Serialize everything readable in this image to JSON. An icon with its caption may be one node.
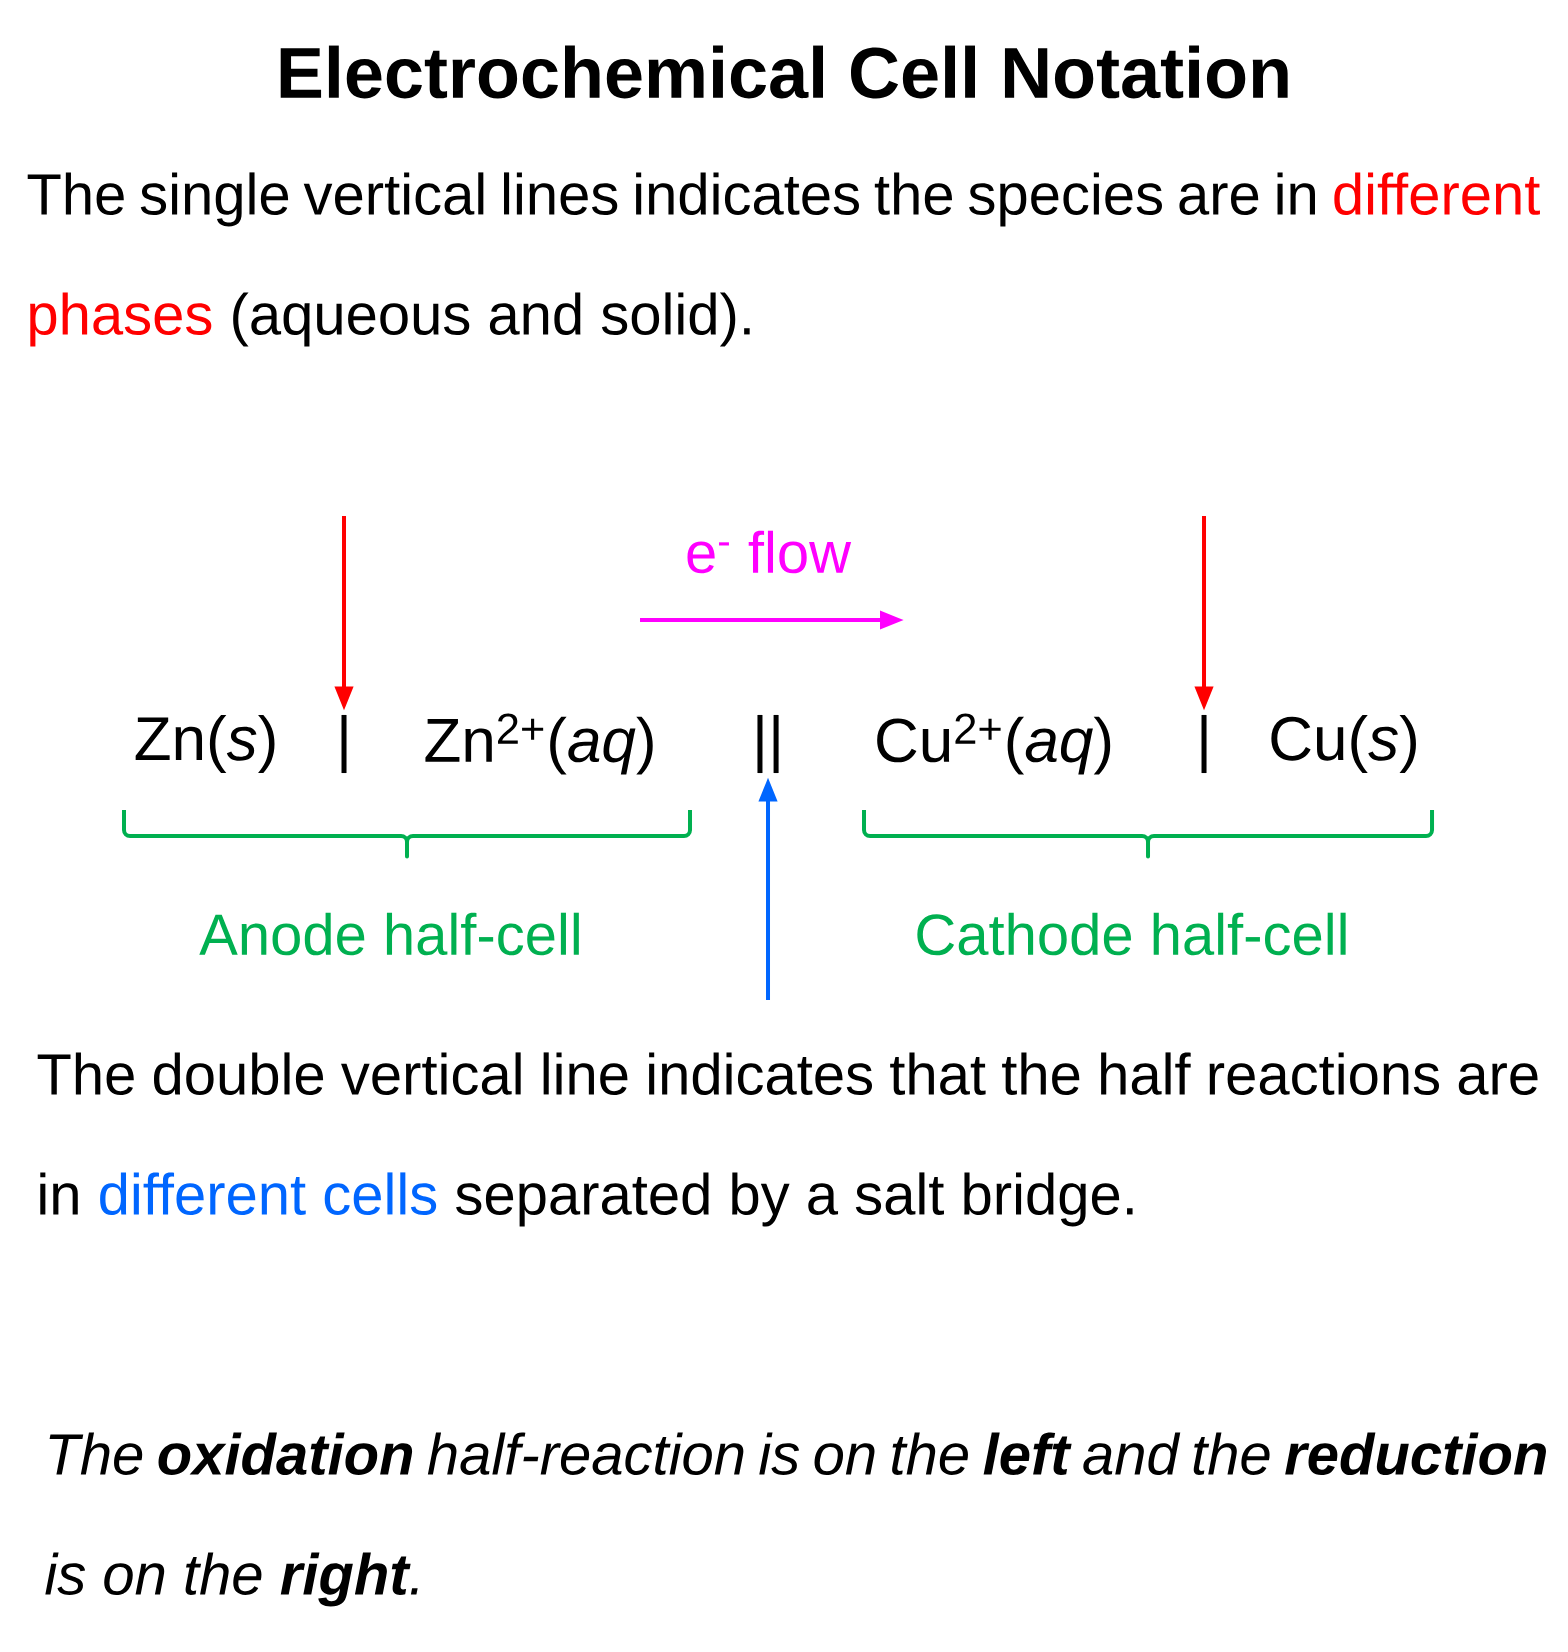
{
  "diagram": {
    "title": "Electrochemical Cell Notation",
    "nodes": [
      {
        "text": [
          "Zn(*s*)"
        ]
      },
      {
        "text": [
          "|"
        ]
      },
      {
        "text": [
          "Zn$^{2+}$(*aq*)"
        ]
      },
      {
        "text": [
          "||"
        ]
      },
      {
        "text": [
          "Cu$^{2+}$(*aq*)"
        ]
      },
      {
        "text": [
          "|"
        ]
      },
      {
        "text": [
          "Cu(*s*)"
        ]
      }
    ],
    "edges": [
      {
        "from": null,
        "to": 1,
        "arrow": "to",
        "color": "#ff0000"
      },
      {
        "from": null,
        "to": 5,
        "arrow": "to",
        "color": "#ff0000"
      },
      {
        "from": null,
        "to": 3,
        "arrow": "to",
        "color": "#0066ff"
      }
    ],
    "labels": [
      "The single vertical lines indicates the species are in",
      "different phases",
      "(aqueous and solid).",
      "e$^{-}$ flow",
      "Anode half-cell",
      "Cathode half-cell",
      "The double vertical line indicates that the half reactions are in",
      "different cells",
      "separated by a salt bridge.",
      "The **oxidation** half-reaction is on the **left** and the **reduction** is on the **right**."
    ]
  }
}
